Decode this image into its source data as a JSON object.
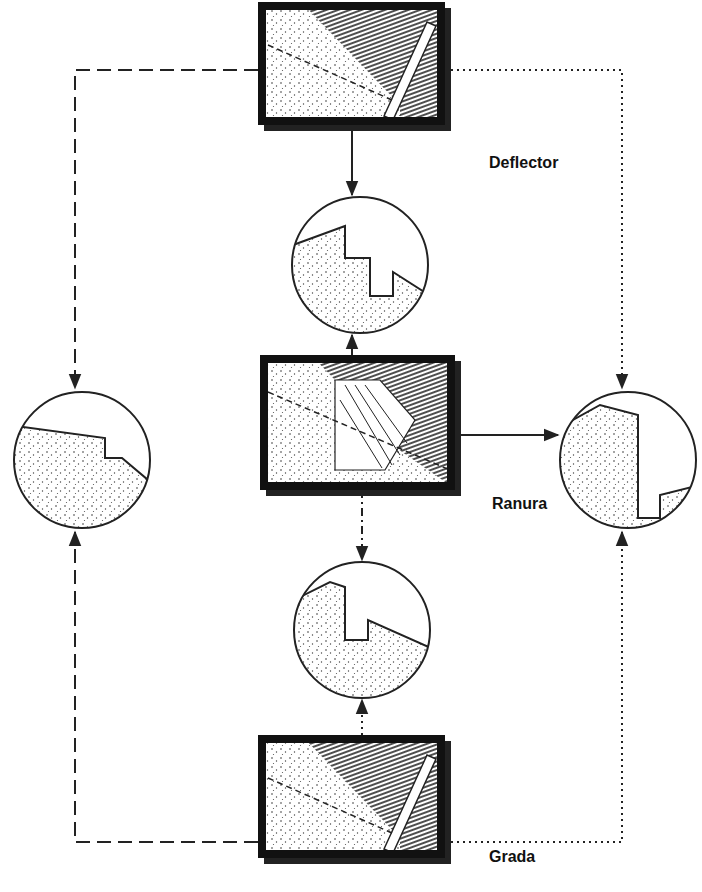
{
  "diagram": {
    "nodes": [
      {
        "text": [
          "Deflector"
        ]
      },
      {
        "text": [
          "Ranura"
        ]
      },
      {
        "text": [
          "Grada"
        ]
      }
    ]
  }
}
